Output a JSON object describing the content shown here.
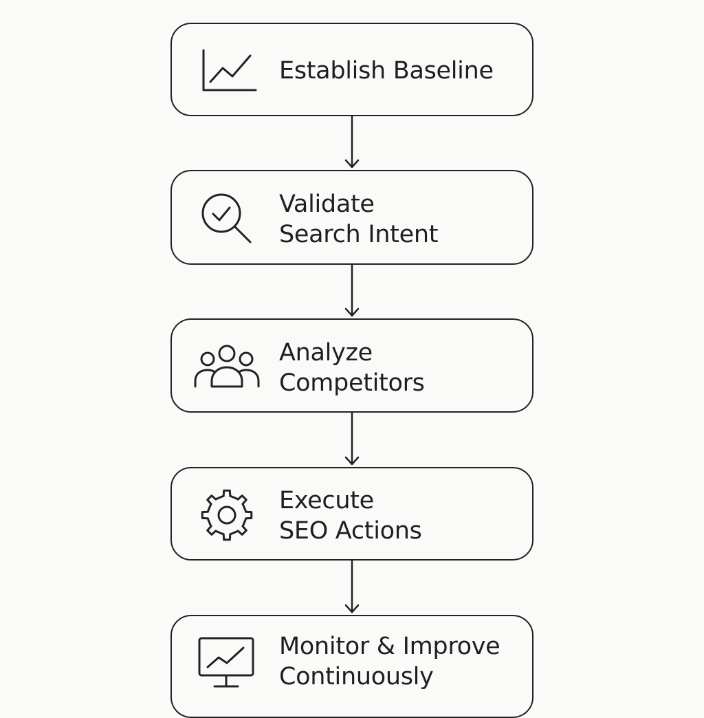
{
  "steps": [
    {
      "lines": [
        "Establish Baseline"
      ],
      "icon": "line-chart-icon"
    },
    {
      "lines": [
        "Validate",
        "Search Intent"
      ],
      "icon": "magnifier-check-icon"
    },
    {
      "lines": [
        "Analyze",
        "Competitors"
      ],
      "icon": "user-group-icon"
    },
    {
      "lines": [
        "Execute",
        "SEO Actions"
      ],
      "icon": "gear-icon"
    },
    {
      "lines": [
        "Monitor & Improve",
        "Continuously"
      ],
      "icon": "monitor-chart-icon"
    }
  ]
}
